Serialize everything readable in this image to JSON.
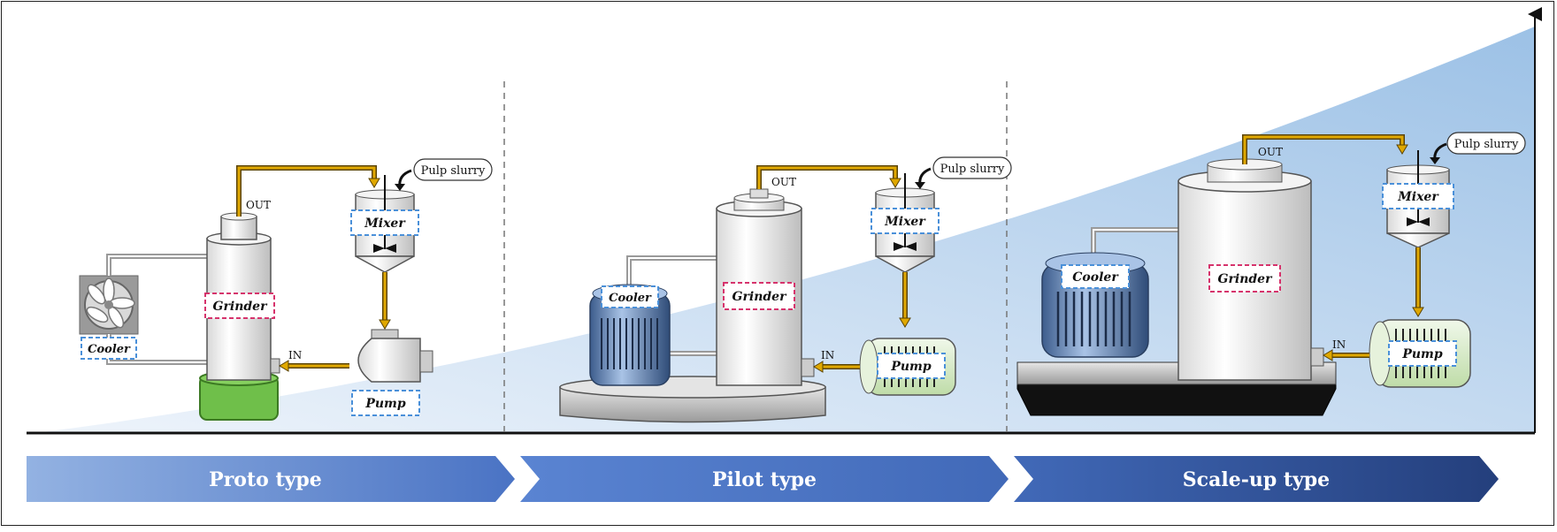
{
  "stages": [
    {
      "label": "Proto type"
    },
    {
      "label": "Pilot type"
    },
    {
      "label": "Scale-up type"
    }
  ],
  "proto": {
    "grinder": "Grinder",
    "mixer": "Mixer",
    "pump": "Pump",
    "cooler": "Cooler",
    "out": "OUT",
    "in": "IN",
    "pulp": "Pulp slurry"
  },
  "pilot": {
    "grinder": "Grinder",
    "mixer": "Mixer",
    "pump": "Pump",
    "cooler": "Cooler",
    "out": "OUT",
    "in": "IN",
    "pulp": "Pulp slurry"
  },
  "scale": {
    "grinder": "Grinder",
    "mixer": "Mixer",
    "pump": "Pump",
    "cooler": "Cooler",
    "out": "OUT",
    "in": "IN",
    "pulp": "Pulp slurry"
  },
  "colors": {
    "pipe": "#e0a800",
    "pipe_outline": "#5a4300",
    "label_blue": "#4a90d9",
    "label_red": "#d6336c",
    "banner_light": "#8fb0e0",
    "banner_dark": "#2b4a8a",
    "pump_green": "#d6ebc8",
    "base_green": "#6fbf4a"
  }
}
